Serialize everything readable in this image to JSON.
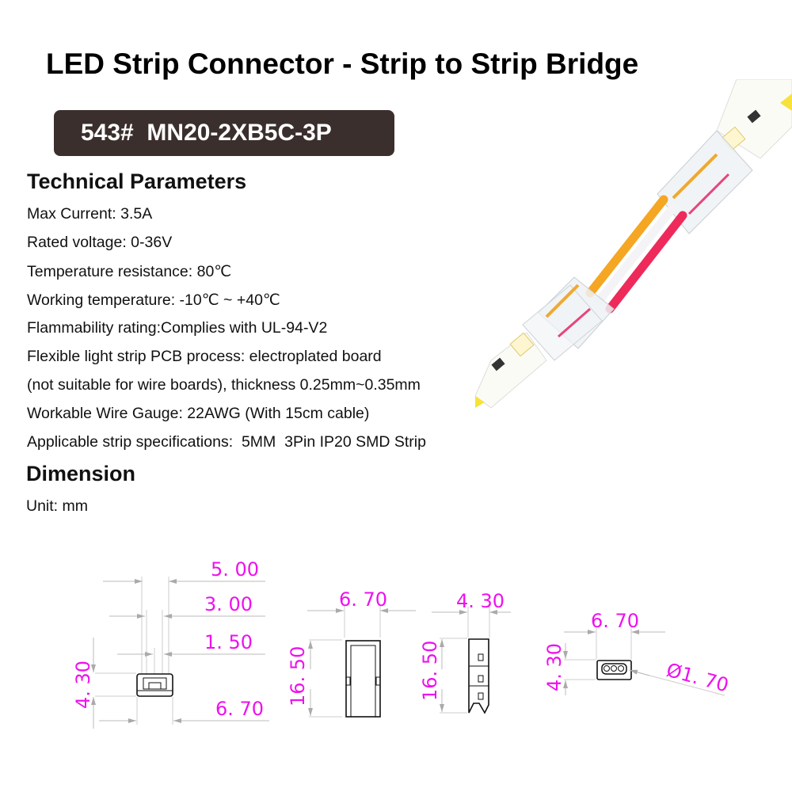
{
  "header": {
    "title": "LED Strip Connector - Strip to Strip Bridge",
    "model_badge": "543#  MN20-2XB5C-3P",
    "badge_color": "#3a2f2c"
  },
  "technical_parameters": {
    "heading": "Technical Parameters",
    "items": [
      "Max Current: 3.5A",
      "Rated voltage: 0-36V",
      "Temperature resistance: 80℃",
      "Working temperature: -10℃ ~ +40℃",
      "Flammability rating:Complies with UL-94-V2",
      "Flexible light strip PCB process: electroplated board",
      "(not suitable for wire boards), thickness 0.25mm~0.35mm",
      "Workable Wire Gauge: 22AWG (With 15cm cable)",
      "Applicable strip specifications:  5MM  3Pin IP20 SMD Strip"
    ]
  },
  "dimension": {
    "heading": "Dimension",
    "unit": "Unit: mm",
    "annotation_color": "#ee11ee",
    "drawings": {
      "front_view": {
        "widths": [
          "5. 00",
          "3. 00",
          "1. 50",
          "6. 70"
        ],
        "height": "4. 30"
      },
      "top_view": {
        "width": "6. 70",
        "height": "16. 50"
      },
      "side_view": {
        "width": "4. 30",
        "height": "16. 50"
      },
      "end_view": {
        "width": "6. 70",
        "height": "4. 30",
        "diameter": "Ø1. 70"
      }
    }
  },
  "product_image": {
    "description": "LED strip bridge connector with yellow, white and red wires joining two strips",
    "wire_colors": [
      "#f5a623",
      "#f4f4f6",
      "#ee2a5a"
    ]
  }
}
